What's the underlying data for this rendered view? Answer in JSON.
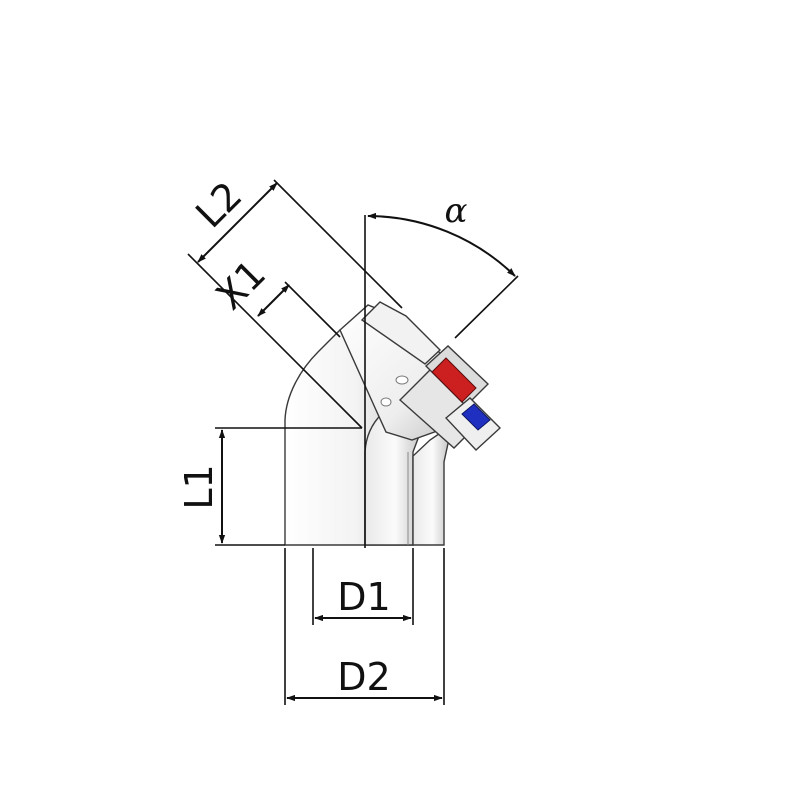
{
  "labels": {
    "L1": "L1",
    "L2": "L2",
    "X1": "X1",
    "D1": "D1",
    "D2": "D2",
    "alpha": "α"
  },
  "colors": {
    "hot_band": "#cc1f1f",
    "cold_band": "#1f2fbf",
    "pipe_light": "#f6f6f6",
    "pipe_shade": "#c9c9c9",
    "line": "#111111"
  },
  "icons": {
    "fitting": "elbow-45-coaxial-icon",
    "arrow": "dimension-arrowhead"
  }
}
